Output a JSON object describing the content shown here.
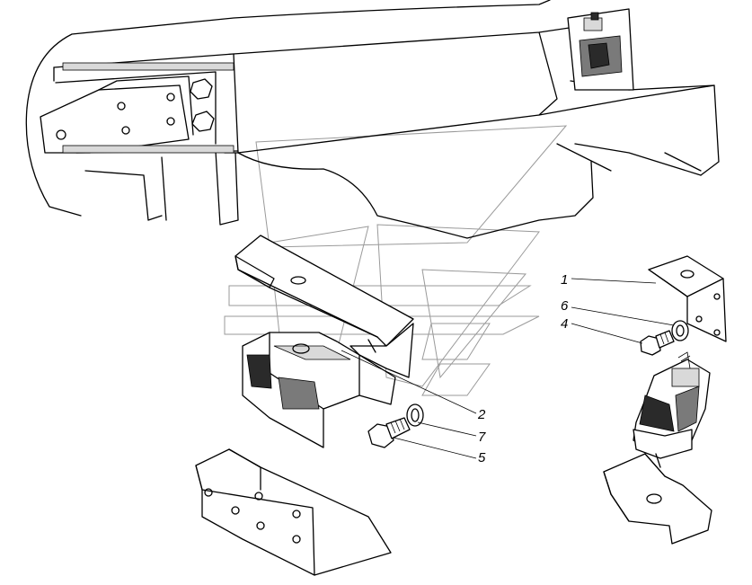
{
  "callouts": [
    {
      "id": "1",
      "text": "1"
    },
    {
      "id": "6",
      "text": "6"
    },
    {
      "id": "4",
      "text": "4"
    },
    {
      "id": "2",
      "text": "2"
    },
    {
      "id": "7",
      "text": "7"
    },
    {
      "id": "5",
      "text": "5"
    }
  ]
}
